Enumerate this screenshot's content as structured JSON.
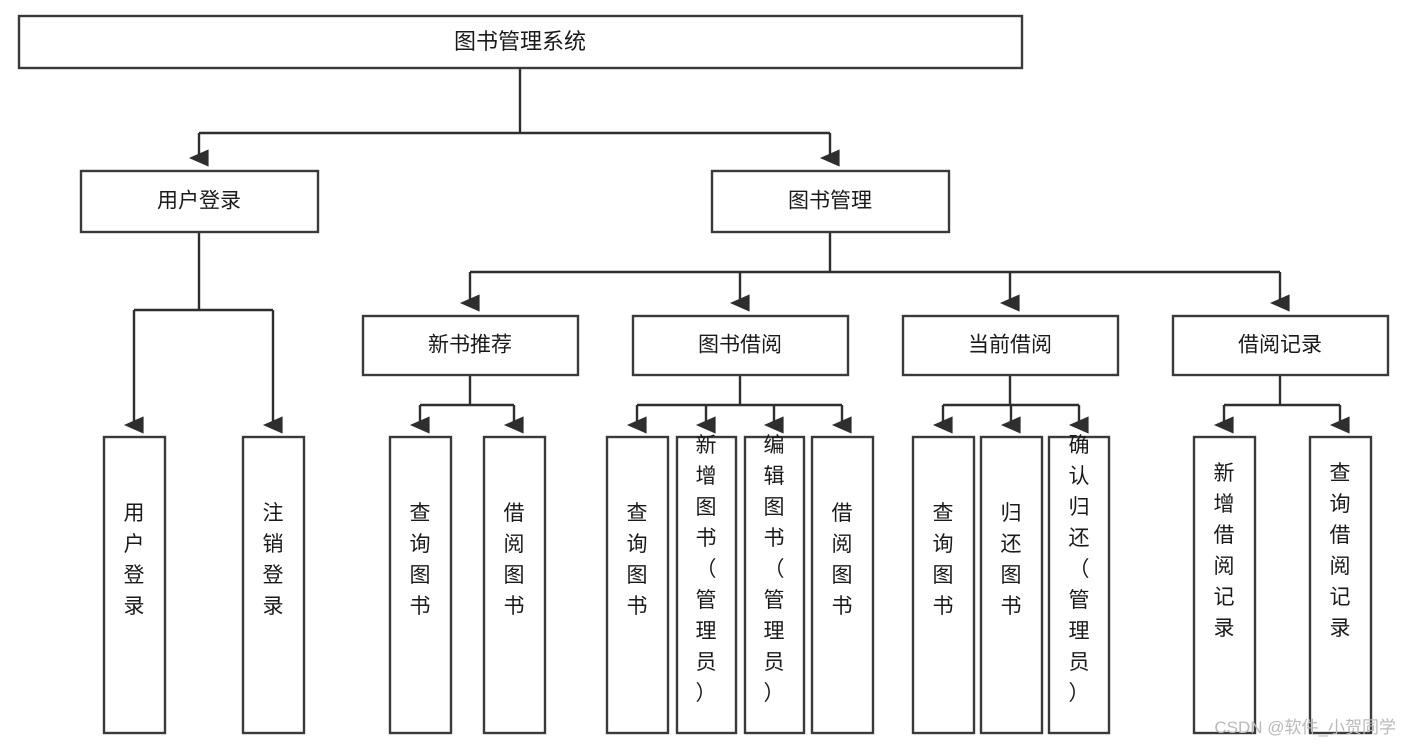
{
  "diagram": {
    "title": "图书管理系统",
    "type": "tree-hierarchy-chart",
    "root": {
      "label": "图书管理系统"
    },
    "level2": [
      {
        "label": "用户登录"
      },
      {
        "label": "图书管理"
      }
    ],
    "level3": [
      {
        "label": "新书推荐"
      },
      {
        "label": "图书借阅"
      },
      {
        "label": "当前借阅"
      },
      {
        "label": "借阅记录"
      }
    ],
    "leaves_user_login": [
      {
        "label": "用户登录"
      },
      {
        "label": "注销登录"
      }
    ],
    "leaves_new_book": [
      {
        "label": "查询图书"
      },
      {
        "label": "借阅图书"
      }
    ],
    "leaves_borrow": [
      {
        "label": "查询图书"
      },
      {
        "label": "新增图书（管理员）"
      },
      {
        "label": "编辑图书（管理员）"
      },
      {
        "label": "借阅图书"
      }
    ],
    "leaves_current": [
      {
        "label": "查询图书"
      },
      {
        "label": "归还图书"
      },
      {
        "label": "确认归还（管理员）"
      }
    ],
    "leaves_record": [
      {
        "label": "新增借阅记录"
      },
      {
        "label": "查询借阅记录"
      }
    ]
  },
  "watermark": {
    "text": "CSDN @软件_小贺同学"
  },
  "colors": {
    "stroke": "#3a3a3a",
    "link": "#2e2e2e",
    "text": "#1a1a1a",
    "background": "#ffffff",
    "watermark": "#b9b9b9"
  }
}
